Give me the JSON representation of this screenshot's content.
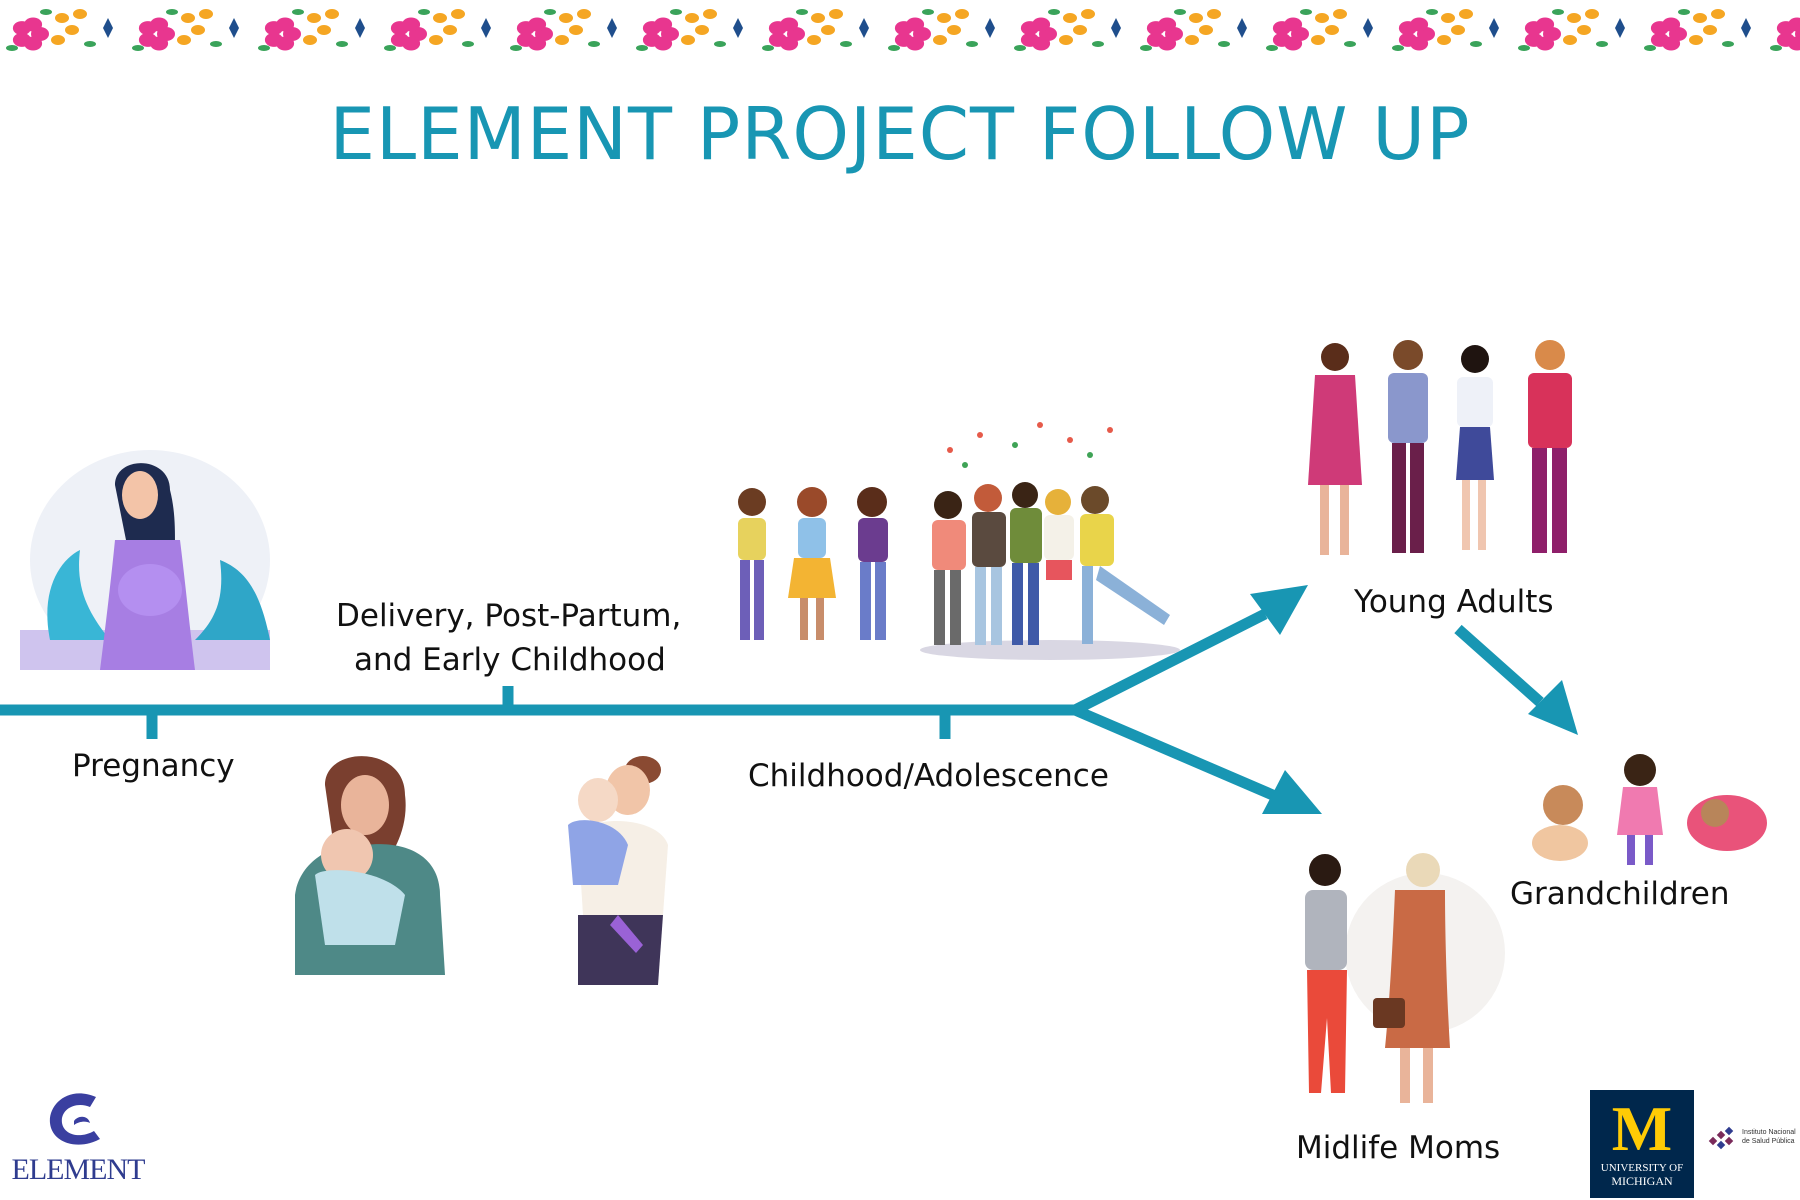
{
  "title": "ELEMENT PROJECT FOLLOW UP",
  "stages": {
    "pregnancy": "Pregnancy",
    "delivery_line1": "Delivery, Post-Partum,",
    "delivery_line2": "and Early Childhood",
    "childhood": "Childhood/Adolescence",
    "young_adults": "Young Adults",
    "midlife_moms": "Midlife Moms",
    "grandchildren": "Grandchildren"
  },
  "logos": {
    "element": "ELEMENT",
    "umich_line1": "UNIVERSITY OF",
    "umich_line2": "MICHIGAN",
    "insp_line1": "Instituto Nacional",
    "insp_line2": "de Salud Pública"
  },
  "colors": {
    "accent": "#1896b3",
    "banner_pink": "#e8368f",
    "banner_orange": "#f5a623",
    "banner_navy": "#1f4e8c"
  },
  "icons": [
    "pregnant-woman-illustration",
    "mother-holding-baby-illustration",
    "woman-hugging-toddler-illustration",
    "schoolchildren-illustration",
    "celebrating-teens-illustration",
    "young-adults-illustration",
    "midlife-women-illustration",
    "grandchildren-illustration"
  ]
}
